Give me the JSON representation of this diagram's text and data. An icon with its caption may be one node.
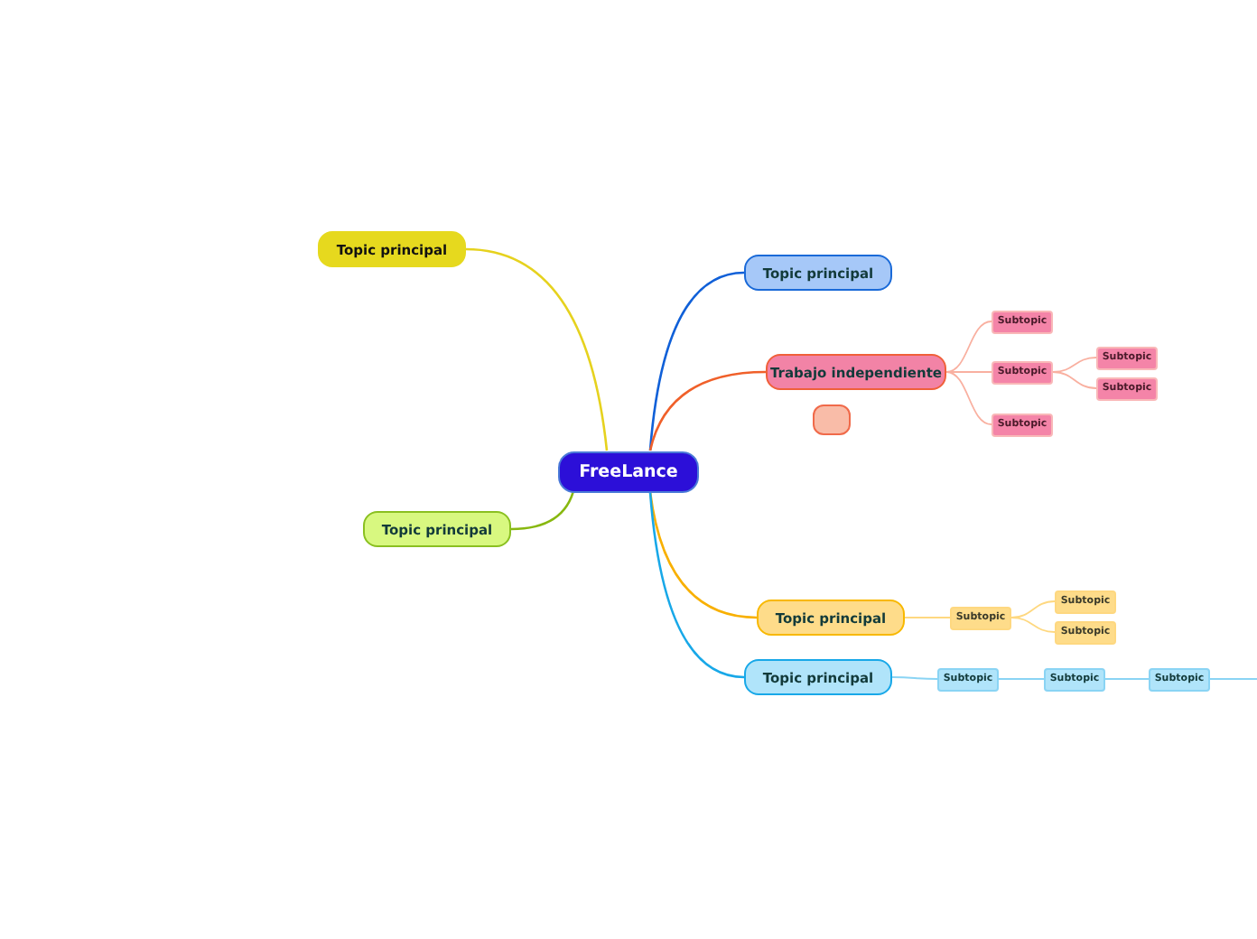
{
  "diagram": {
    "nodes": [
      {
        "text": [
          "FreeLance"
        ]
      },
      {
        "text": [
          "Topic principal"
        ]
      },
      {
        "text": [
          "Topic principal"
        ]
      },
      {
        "text": [
          "Trabajo independiente"
        ]
      },
      {
        "text": [],
        "shape": "box"
      },
      {
        "text": [
          "Subtopic"
        ]
      },
      {
        "text": [
          "Subtopic"
        ]
      },
      {
        "text": [
          "Subtopic"
        ]
      },
      {
        "text": [
          "Subtopic"
        ]
      },
      {
        "text": [
          "Subtopic"
        ]
      },
      {
        "text": [
          "Topic principal"
        ]
      },
      {
        "text": [
          "Topic principal"
        ]
      },
      {
        "text": [
          "Subtopic"
        ]
      },
      {
        "text": [
          "Subtopic"
        ]
      },
      {
        "text": [
          "Subtopic"
        ]
      },
      {
        "text": [
          "Topic principal"
        ]
      },
      {
        "text": [
          "Subtopic"
        ]
      },
      {
        "text": [
          "Subtopic"
        ]
      },
      {
        "text": [
          "Subtopic"
        ]
      }
    ],
    "edges": [
      {
        "from": 0,
        "to": 1,
        "arrow": "none",
        "color": "#e6d21e"
      },
      {
        "from": 0,
        "to": 2,
        "arrow": "none",
        "color": "#1060d8"
      },
      {
        "from": 0,
        "to": 3,
        "arrow": "none",
        "color": "#f0602a"
      },
      {
        "from": 3,
        "to": 5,
        "arrow": "none",
        "color": "#f9b0a0"
      },
      {
        "from": 3,
        "to": 6,
        "arrow": "none",
        "color": "#f9b0a0"
      },
      {
        "from": 6,
        "to": 7,
        "arrow": "none",
        "color": "#f9b0a0"
      },
      {
        "from": 6,
        "to": 8,
        "arrow": "none",
        "color": "#f9b0a0"
      },
      {
        "from": 3,
        "to": 9,
        "arrow": "none",
        "color": "#f9b0a0"
      },
      {
        "from": 0,
        "to": 10,
        "arrow": "none",
        "color": "#88b810"
      },
      {
        "from": 0,
        "to": 11,
        "arrow": "none",
        "color": "#f8b000"
      },
      {
        "from": 11,
        "to": 12,
        "arrow": "none",
        "color": "#fed880"
      },
      {
        "from": 12,
        "to": 13,
        "arrow": "none",
        "color": "#fed880"
      },
      {
        "from": 12,
        "to": 14,
        "arrow": "none",
        "color": "#fed880"
      },
      {
        "from": 0,
        "to": 15,
        "arrow": "none",
        "color": "#18a8e8"
      },
      {
        "from": 15,
        "to": 16,
        "arrow": "none",
        "color": "#8ad4f4"
      },
      {
        "from": 16,
        "to": 17,
        "arrow": "none",
        "color": "#8ad4f4"
      },
      {
        "from": 17,
        "to": 18,
        "arrow": "none",
        "color": "#8ad4f4"
      },
      {
        "from": 18,
        "to": null,
        "arrow": "none",
        "color": "#8ad4f4"
      }
    ]
  }
}
